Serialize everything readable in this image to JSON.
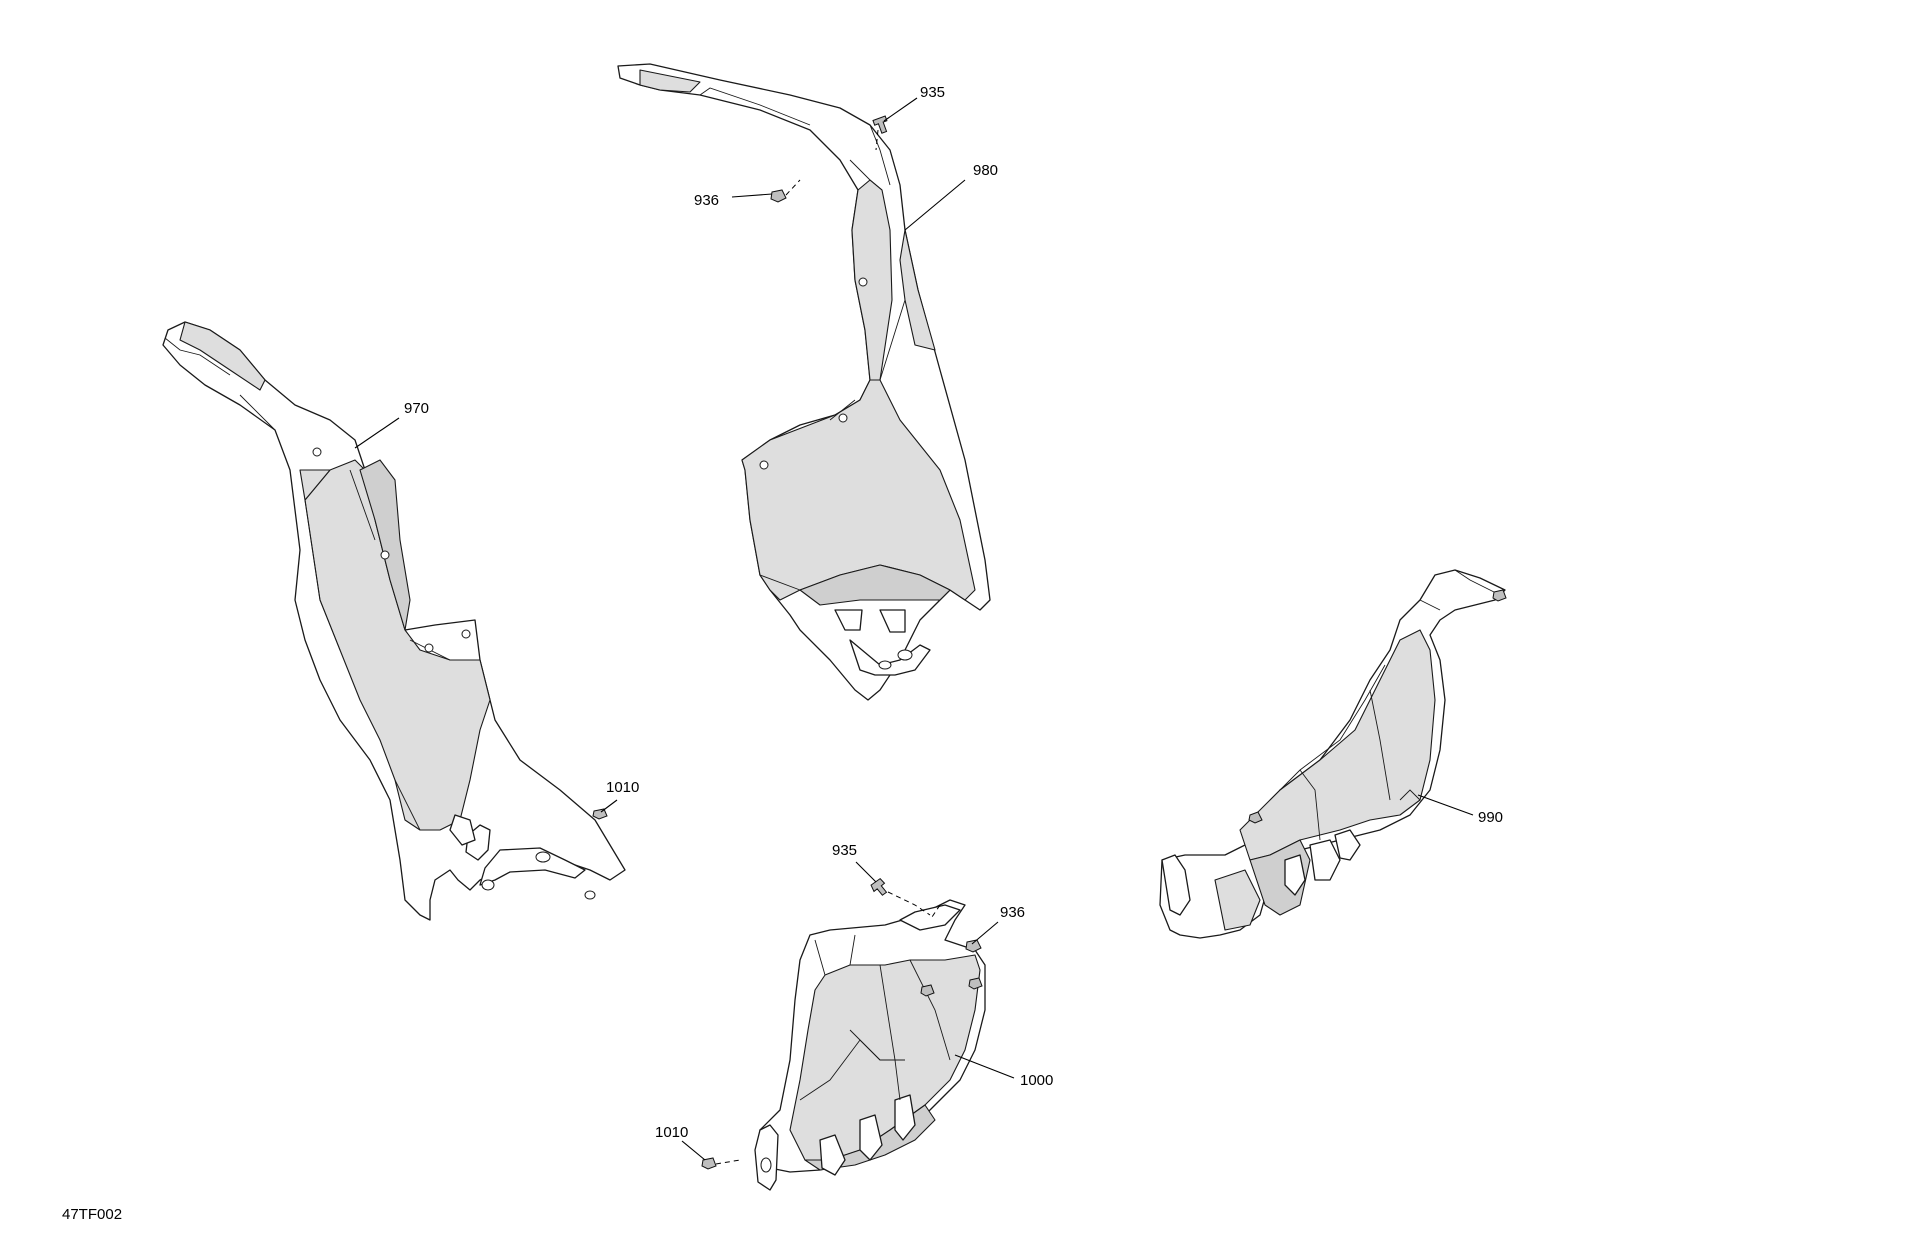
{
  "callouts": {
    "c935_top": "935",
    "c936_top": "936",
    "c980": "980",
    "c970": "970",
    "c1010_left": "1010",
    "c990": "990",
    "c935_bottom": "935",
    "c936_bottom": "936",
    "c1000": "1000",
    "c1010_bottom": "1010"
  },
  "drawing_code": "47TF002"
}
